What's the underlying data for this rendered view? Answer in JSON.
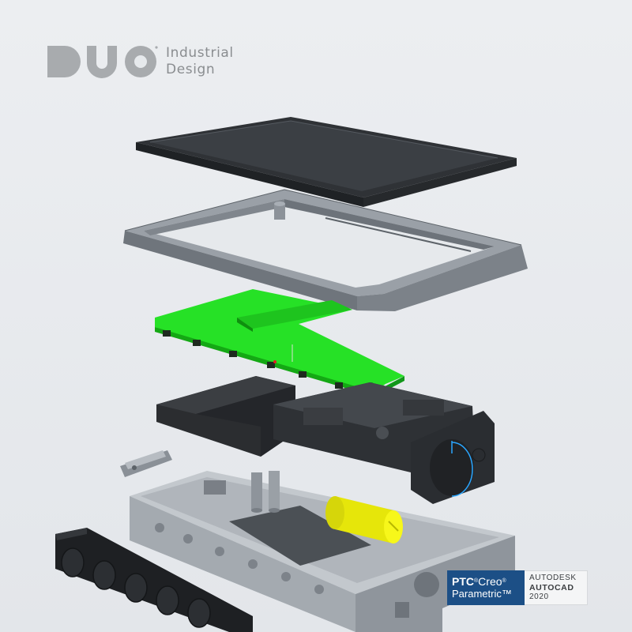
{
  "brand": {
    "logo_lettering": "DUO",
    "line1": "Industrial",
    "line2": "Design"
  },
  "badges": {
    "ptc_brand": "PTC",
    "ptc_product": "Creo",
    "ptc_edition": "Parametric",
    "autodesk_brand": "AUTODESK",
    "autodesk_product": "AUTOCAD",
    "autodesk_year": "2020"
  },
  "colors": {
    "background": "#e6e9ec",
    "pcb_green": "#22dd22",
    "battery_yellow": "#f2f20a",
    "housing_grey": "#8f959c",
    "lid_dark": "#3c4045",
    "ptc_blue": "#1c4f86"
  }
}
